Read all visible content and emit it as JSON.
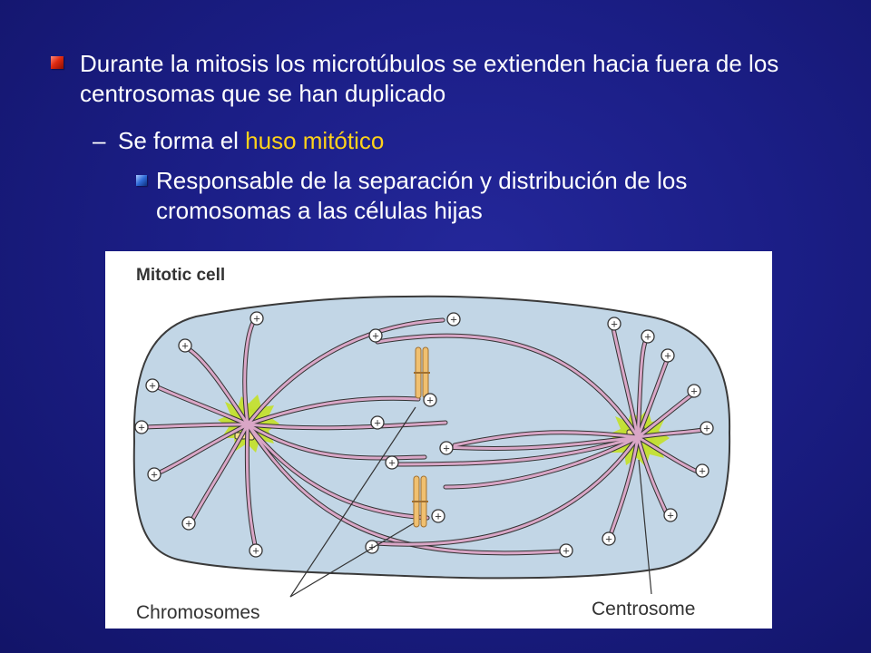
{
  "slide": {
    "bullet1": "Durante la mitosis los microtúbulos se extienden hacia fuera de los centrosomas que se han duplicado",
    "dash": "–",
    "sub_prefix": "Se forma el ",
    "sub_highlight": "huso mitótico",
    "bullet3": "Responsable de la separación y distribución de los cromosomas a las células hijas"
  },
  "figure": {
    "title": "Mitotic cell",
    "label_chromosomes": "Chromosomes",
    "label_centrosome": "Centrosome",
    "plus_symbol": "+"
  },
  "colors": {
    "highlight": "#ffd21a",
    "cell_fill": "#c2d6e6",
    "microtubule": "#d9a6c6",
    "centrosome_glow": "#c9e43a",
    "chromosome": "#f0c070"
  }
}
